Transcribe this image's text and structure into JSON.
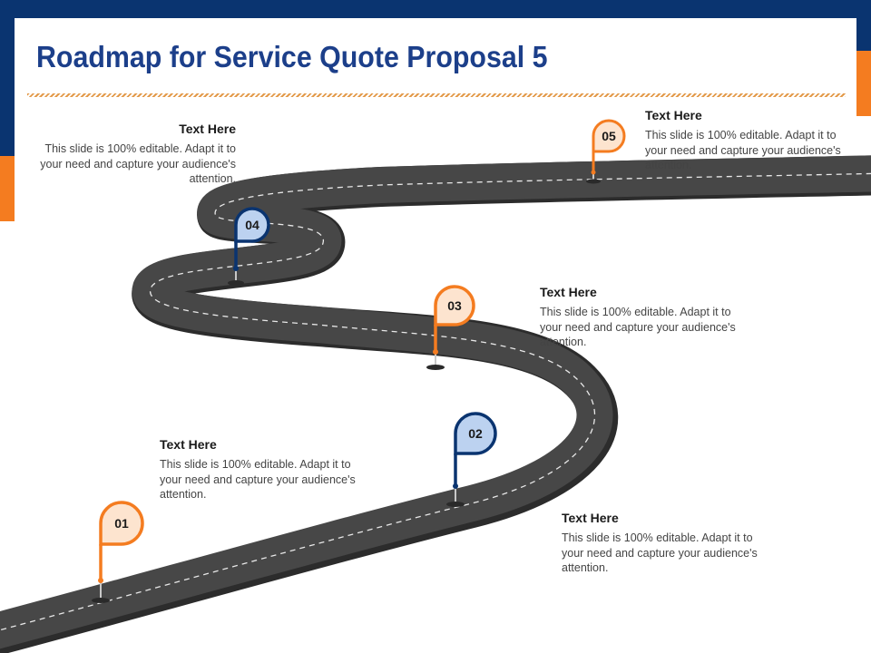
{
  "title": "Roadmap for Service Quote Proposal 5",
  "colors": {
    "navy": "#0a3470",
    "orange": "#f47c20",
    "title_blue": "#1c3f8a",
    "road": "#454545",
    "pin_fill_orange": "#fde4cf",
    "pin_fill_blue": "#bcd2f0"
  },
  "milestones": [
    {
      "number": "01",
      "heading": "Text Here",
      "body": "This slide is 100% editable. Adapt it to your need and capture your audience's attention."
    },
    {
      "number": "02",
      "heading": "Text Here",
      "body": "This slide is 100% editable. Adapt it to your need and capture your audience's attention."
    },
    {
      "number": "03",
      "heading": "Text Here",
      "body": "This slide is 100% editable. Adapt it to your need and capture your audience's attention."
    },
    {
      "number": "04",
      "heading": "Text Here",
      "body": "This slide is 100% editable. Adapt it to your need and capture your audience's attention."
    },
    {
      "number": "05",
      "heading": "Text Here",
      "body": "This slide is 100% editable. Adapt it to your need and capture your audience's attention."
    }
  ]
}
